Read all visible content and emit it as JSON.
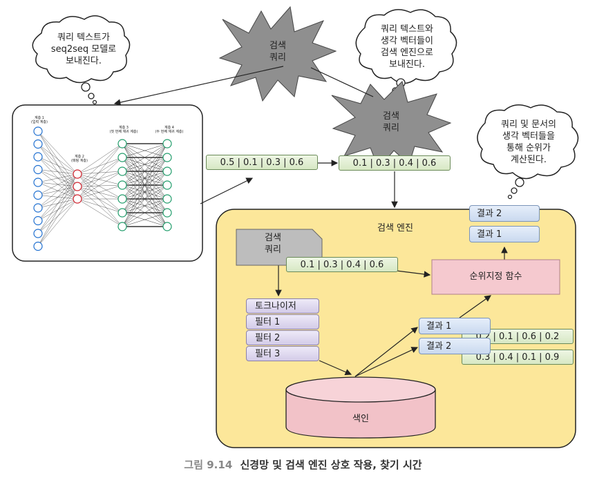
{
  "bubbles": {
    "left": [
      "쿼리 텍스트가",
      "seq2seq 모델로",
      "보내진다."
    ],
    "top_right": [
      "쿼리 텍스트와",
      "생각 벡터들이",
      "검색 엔진으로",
      "보내진다."
    ],
    "right": [
      "쿼리 및 문서의",
      "생각 벡터들을",
      "통해 순위가",
      "계산된다."
    ]
  },
  "stars": {
    "top": [
      "검색",
      "쿼리"
    ],
    "middle": [
      "검색",
      "쿼리"
    ]
  },
  "vectors": {
    "left": "0.5 | 0.1 | 0.3 | 0.6",
    "right": "0.1 | 0.3 | 0.4 | 0.6",
    "query": "0.1 | 0.3 | 0.4 | 0.6",
    "doc1": "0.2 | 0.1 | 0.6 | 0.2",
    "doc2": "0.3 | 0.4 | 0.1 | 0.9"
  },
  "neural_net": {
    "layers": [
      "계층 1",
      "계층 2",
      "계층 3",
      "계층 4"
    ],
    "layer_notes": [
      "(입력 계층)",
      "(매핑 계층)",
      "(첫 번째 재귀 계층)",
      "(두 번째 재귀 계층)"
    ]
  },
  "engine": {
    "title": "검색 엔진",
    "query_doc": [
      "검색",
      "쿼리"
    ],
    "steps": [
      "토크나이저",
      "필터 1",
      "필터 2",
      "필터 3"
    ],
    "index": "색인",
    "ranking": "순위지정 함수",
    "results_mid": [
      "결과 1",
      "결과 2"
    ],
    "results_top": [
      "결과 2",
      "결과 1"
    ]
  },
  "caption": {
    "number": "그림 9.14",
    "text": "신경망 및 검색 엔진 상호 작용, 찾기 시간"
  },
  "colors": {
    "engine_bg": "#fce79a",
    "vector_bg": "#dcebcb",
    "result_bg": "#d2e0f2",
    "process_bg": "#dcd4ee",
    "ranking_bg": "#f5c9cf",
    "index_bg": "#f2c2c8"
  }
}
